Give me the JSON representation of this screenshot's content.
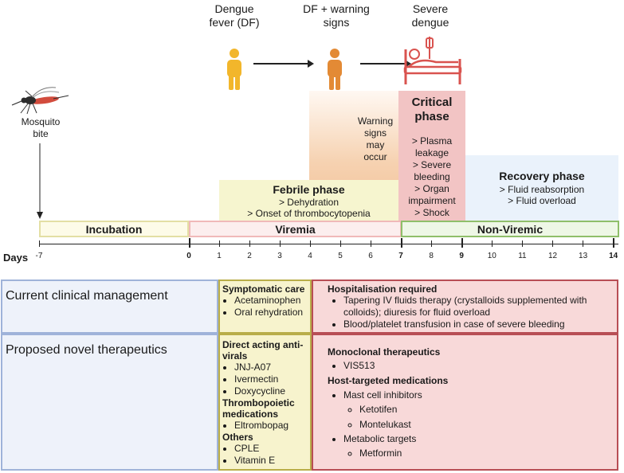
{
  "stages": {
    "df": "Dengue fever (DF)",
    "df_warning": "DF + warning signs",
    "severe": "Severe dengue"
  },
  "mosquito": {
    "label": "Mosquito bite"
  },
  "warning_signs": "Warning signs may occur",
  "critical": {
    "title": "Critical phase",
    "items": [
      "> Plasma leakage",
      "> Severe bleeding",
      "> Organ impairment",
      "> Shock"
    ]
  },
  "recovery": {
    "title": "Recovery phase",
    "items": [
      "> Fluid reabsorption",
      "> Fluid overload"
    ]
  },
  "febrile": {
    "title": "Febrile phase",
    "items": [
      "> Dehydration",
      "> Onset of thrombocytopenia"
    ]
  },
  "bars": {
    "incubation": "Incubation",
    "viremia": "Viremia",
    "non_viremic": "Non-Viremic"
  },
  "days": {
    "label": "Days",
    "ticks": [
      {
        "text": "-7",
        "day": -7,
        "bold": false
      },
      {
        "text": "0",
        "day": 0,
        "bold": true
      },
      {
        "text": "1",
        "day": 1,
        "bold": false
      },
      {
        "text": "2",
        "day": 2,
        "bold": false
      },
      {
        "text": "3",
        "day": 3,
        "bold": false
      },
      {
        "text": "4",
        "day": 4,
        "bold": false
      },
      {
        "text": "5",
        "day": 5,
        "bold": false
      },
      {
        "text": "6",
        "day": 6,
        "bold": false
      },
      {
        "text": "7",
        "day": 7,
        "bold": true
      },
      {
        "text": "8",
        "day": 8,
        "bold": false
      },
      {
        "text": "9",
        "day": 9,
        "bold": true
      },
      {
        "text": "10",
        "day": 10,
        "bold": false
      },
      {
        "text": "11",
        "day": 11,
        "bold": false
      },
      {
        "text": "12",
        "day": 12,
        "bold": false
      },
      {
        "text": "13",
        "day": 13,
        "bold": false
      },
      {
        "text": "14",
        "day": 14,
        "bold": true
      }
    ]
  },
  "table": {
    "current": {
      "label": "Current clinical management",
      "symptomatic_title": "Symptomatic care",
      "symptomatic_items": [
        "Acetaminophen",
        "Oral rehydration"
      ],
      "hosp_title": "Hospitalisation required",
      "hosp_items": [
        "Tapering IV fluids therapy (crystalloids supplemented with colloids); diuresis for fluid overload",
        "Blood/platelet transfusion in case of severe bleeding"
      ]
    },
    "proposed": {
      "label": "Proposed novel therapeutics",
      "daa_title": "Direct acting anti-virals",
      "daa_items": [
        "JNJ-A07",
        "Ivermectin",
        "Doxycycline"
      ],
      "thrombo_title": "Thrombopoietic medications",
      "thrombo_items": [
        "Eltrombopag"
      ],
      "others_title": "Others",
      "others_items": [
        "CPLE",
        "Vitamin E"
      ],
      "mono_title": "Monoclonal therapeutics",
      "mono_items": [
        "VIS513"
      ],
      "host_title": "Host-targeted medications",
      "mast_label": "Mast cell inhibitors",
      "mast_items": [
        "Ketotifen",
        "Montelukast"
      ],
      "metabolic_label": "Metabolic targets",
      "metabolic_items": [
        "Metformin"
      ]
    }
  },
  "colors": {
    "incubation_fill": "#fdfbe8",
    "incubation_border": "#e3dfa4",
    "viremia_fill": "#fceeee",
    "viremia_border": "#f0b9b9",
    "nonviremic_fill": "#eef7e6",
    "nonviremic_border": "#8fbf6a",
    "febrile_fill": "#f6f5cf",
    "critical_fill": "#f2c4c4",
    "recovery_fill": "#eaf2fb",
    "warning_gradient_end": "#f2bf95",
    "person_yellow": "#f2b62b",
    "person_orange": "#e38a35",
    "bed_red": "#d9534f",
    "table_blue_border": "#9fb3d9",
    "table_blue_fill": "#eef2fa",
    "table_yellow_border": "#b9ad49",
    "table_yellow_fill": "#f7f3cd",
    "table_red_border": "#b84e55",
    "table_red_fill": "#f8d9d9"
  }
}
